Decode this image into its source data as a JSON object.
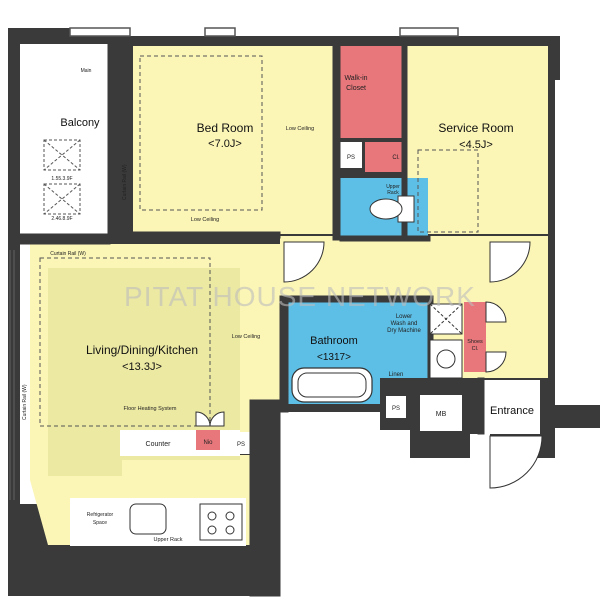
{
  "watermark": "PITAT HOUSE NETWORK",
  "colors": {
    "wall": "#3a3a3a",
    "room": "#fbf5b6",
    "ldk": "#ece9a3",
    "closet": "#e8777b",
    "bath": "#5dbfe6",
    "white": "#ffffff",
    "line": "#555555"
  },
  "rooms": {
    "balcony": {
      "name": "Balcony",
      "dims_1": "1.55.3.9F",
      "dims_2": "2.46.8.9F"
    },
    "bedroom": {
      "name": "Bed Room",
      "size": "<7.0J>",
      "ceiling_1": "Low Ceiling",
      "ceiling_2": "Low Ceiling"
    },
    "walk_in_closet": {
      "line1": "Walk-in",
      "line2": "Closet"
    },
    "service_room": {
      "name": "Service Room",
      "size": "<4.5J>"
    },
    "ldk": {
      "name": "Living/Dining/Kitchen",
      "size": "<13.3J>",
      "ceiling": "Low Ceiling",
      "floor_heating": "Floor Heating System"
    },
    "bathroom": {
      "name": "Bathroom",
      "size": "<1317>"
    },
    "washroom": {
      "line1": "Lower",
      "line2": "Wash and",
      "line3": "Dry Machine"
    },
    "toilet": {
      "line1": "Upper",
      "line2": "Rack"
    },
    "shoes": {
      "line1": "Shoes",
      "line2": "Cl."
    },
    "entrance": {
      "name": "Entrance"
    }
  },
  "labels": {
    "main": "Main",
    "curtain_rail_1": "Curtain Rail (W)",
    "curtain_rail_2": "Curtain Rail (W)",
    "curtain_rail_3": "Curtain Rail (W)",
    "ps_1": "PS",
    "ps_2": "PS",
    "ps_3": "PS",
    "cl": "Cl.",
    "mb": "MB",
    "counter": "Counter",
    "nio": "Nio",
    "linen": "Linen",
    "refrigerator_1": "Refrigerator",
    "refrigerator_2": "Space",
    "upper_rack": "Upper Rack"
  }
}
